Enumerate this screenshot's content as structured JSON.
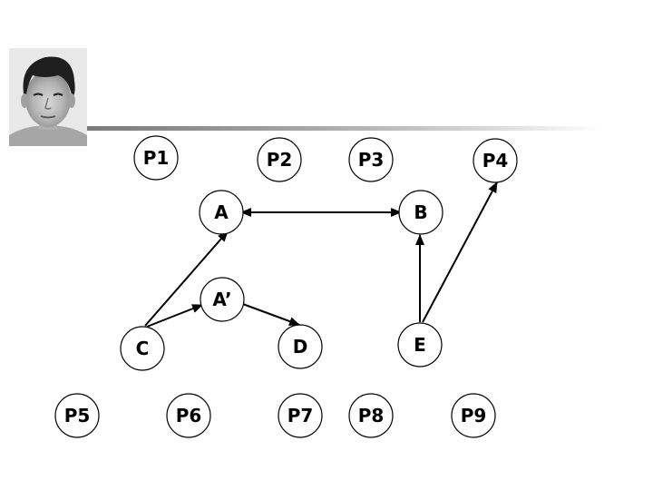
{
  "diagram": {
    "nodes": {
      "p1": "P1",
      "p2": "P2",
      "p3": "P3",
      "p4": "P4",
      "a": "A",
      "b": "B",
      "a_prime": "A’",
      "c": "C",
      "d": "D",
      "e": "E",
      "p5": "P5",
      "p6": "P6",
      "p7": "P7",
      "p8": "P8",
      "p9": "P9"
    },
    "edges": [
      {
        "from": "A",
        "to": "B",
        "direction": "both"
      },
      {
        "from": "C",
        "to": "A",
        "direction": "forward"
      },
      {
        "from": "C",
        "to": "A’",
        "direction": "forward"
      },
      {
        "from": "A’",
        "to": "D",
        "direction": "forward"
      },
      {
        "from": "E",
        "to": "B",
        "direction": "forward"
      },
      {
        "from": "E",
        "to": "P4",
        "direction": "forward"
      }
    ]
  }
}
